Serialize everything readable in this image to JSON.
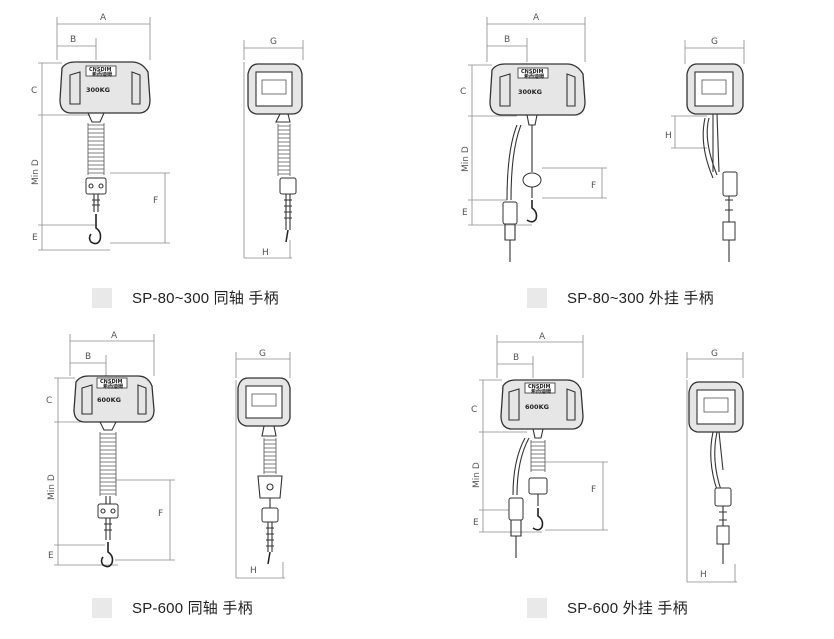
{
  "panels": [
    {
      "caption": "SP-80~300 同轴  手柄",
      "front_brand": "CNSDIM",
      "front_sub": "希而迪姆",
      "front_capacity": "300KG",
      "dims_front": {
        "a": "A",
        "b": "B",
        "c": "C",
        "d": "Min D",
        "e": "E",
        "f": "F"
      },
      "dims_side": {
        "g": "G",
        "h": "H"
      }
    },
    {
      "caption": "SP-80~300 外挂  手柄",
      "front_brand": "CNSDIM",
      "front_sub": "希而迪姆",
      "front_capacity": "300KG",
      "dims_front": {
        "a": "A",
        "b": "B",
        "c": "C",
        "d": "Min D",
        "e": "E",
        "f": "F"
      },
      "dims_side": {
        "g": "G",
        "h": "H"
      }
    },
    {
      "caption": "SP-600 同轴  手柄",
      "front_brand": "CNSDIM",
      "front_sub": "希而迪姆",
      "front_capacity": "600KG",
      "dims_front": {
        "a": "A",
        "b": "B",
        "c": "C",
        "d": "Min D",
        "e": "E",
        "f": "F"
      },
      "dims_side": {
        "g": "G",
        "h": "H"
      }
    },
    {
      "caption": "SP-600 外挂  手柄",
      "front_brand": "CNSDIM",
      "front_sub": "希而迪姆",
      "front_capacity": "600KG",
      "dims_front": {
        "a": "A",
        "b": "B",
        "c": "C",
        "d": "Min D",
        "e": "E",
        "f": "F"
      },
      "dims_side": {
        "g": "G",
        "h": "H"
      }
    }
  ],
  "colors": {
    "swatch": "#e9e9e9",
    "line": "#333333",
    "dim": "#8a8a8a",
    "text": "#222222"
  }
}
